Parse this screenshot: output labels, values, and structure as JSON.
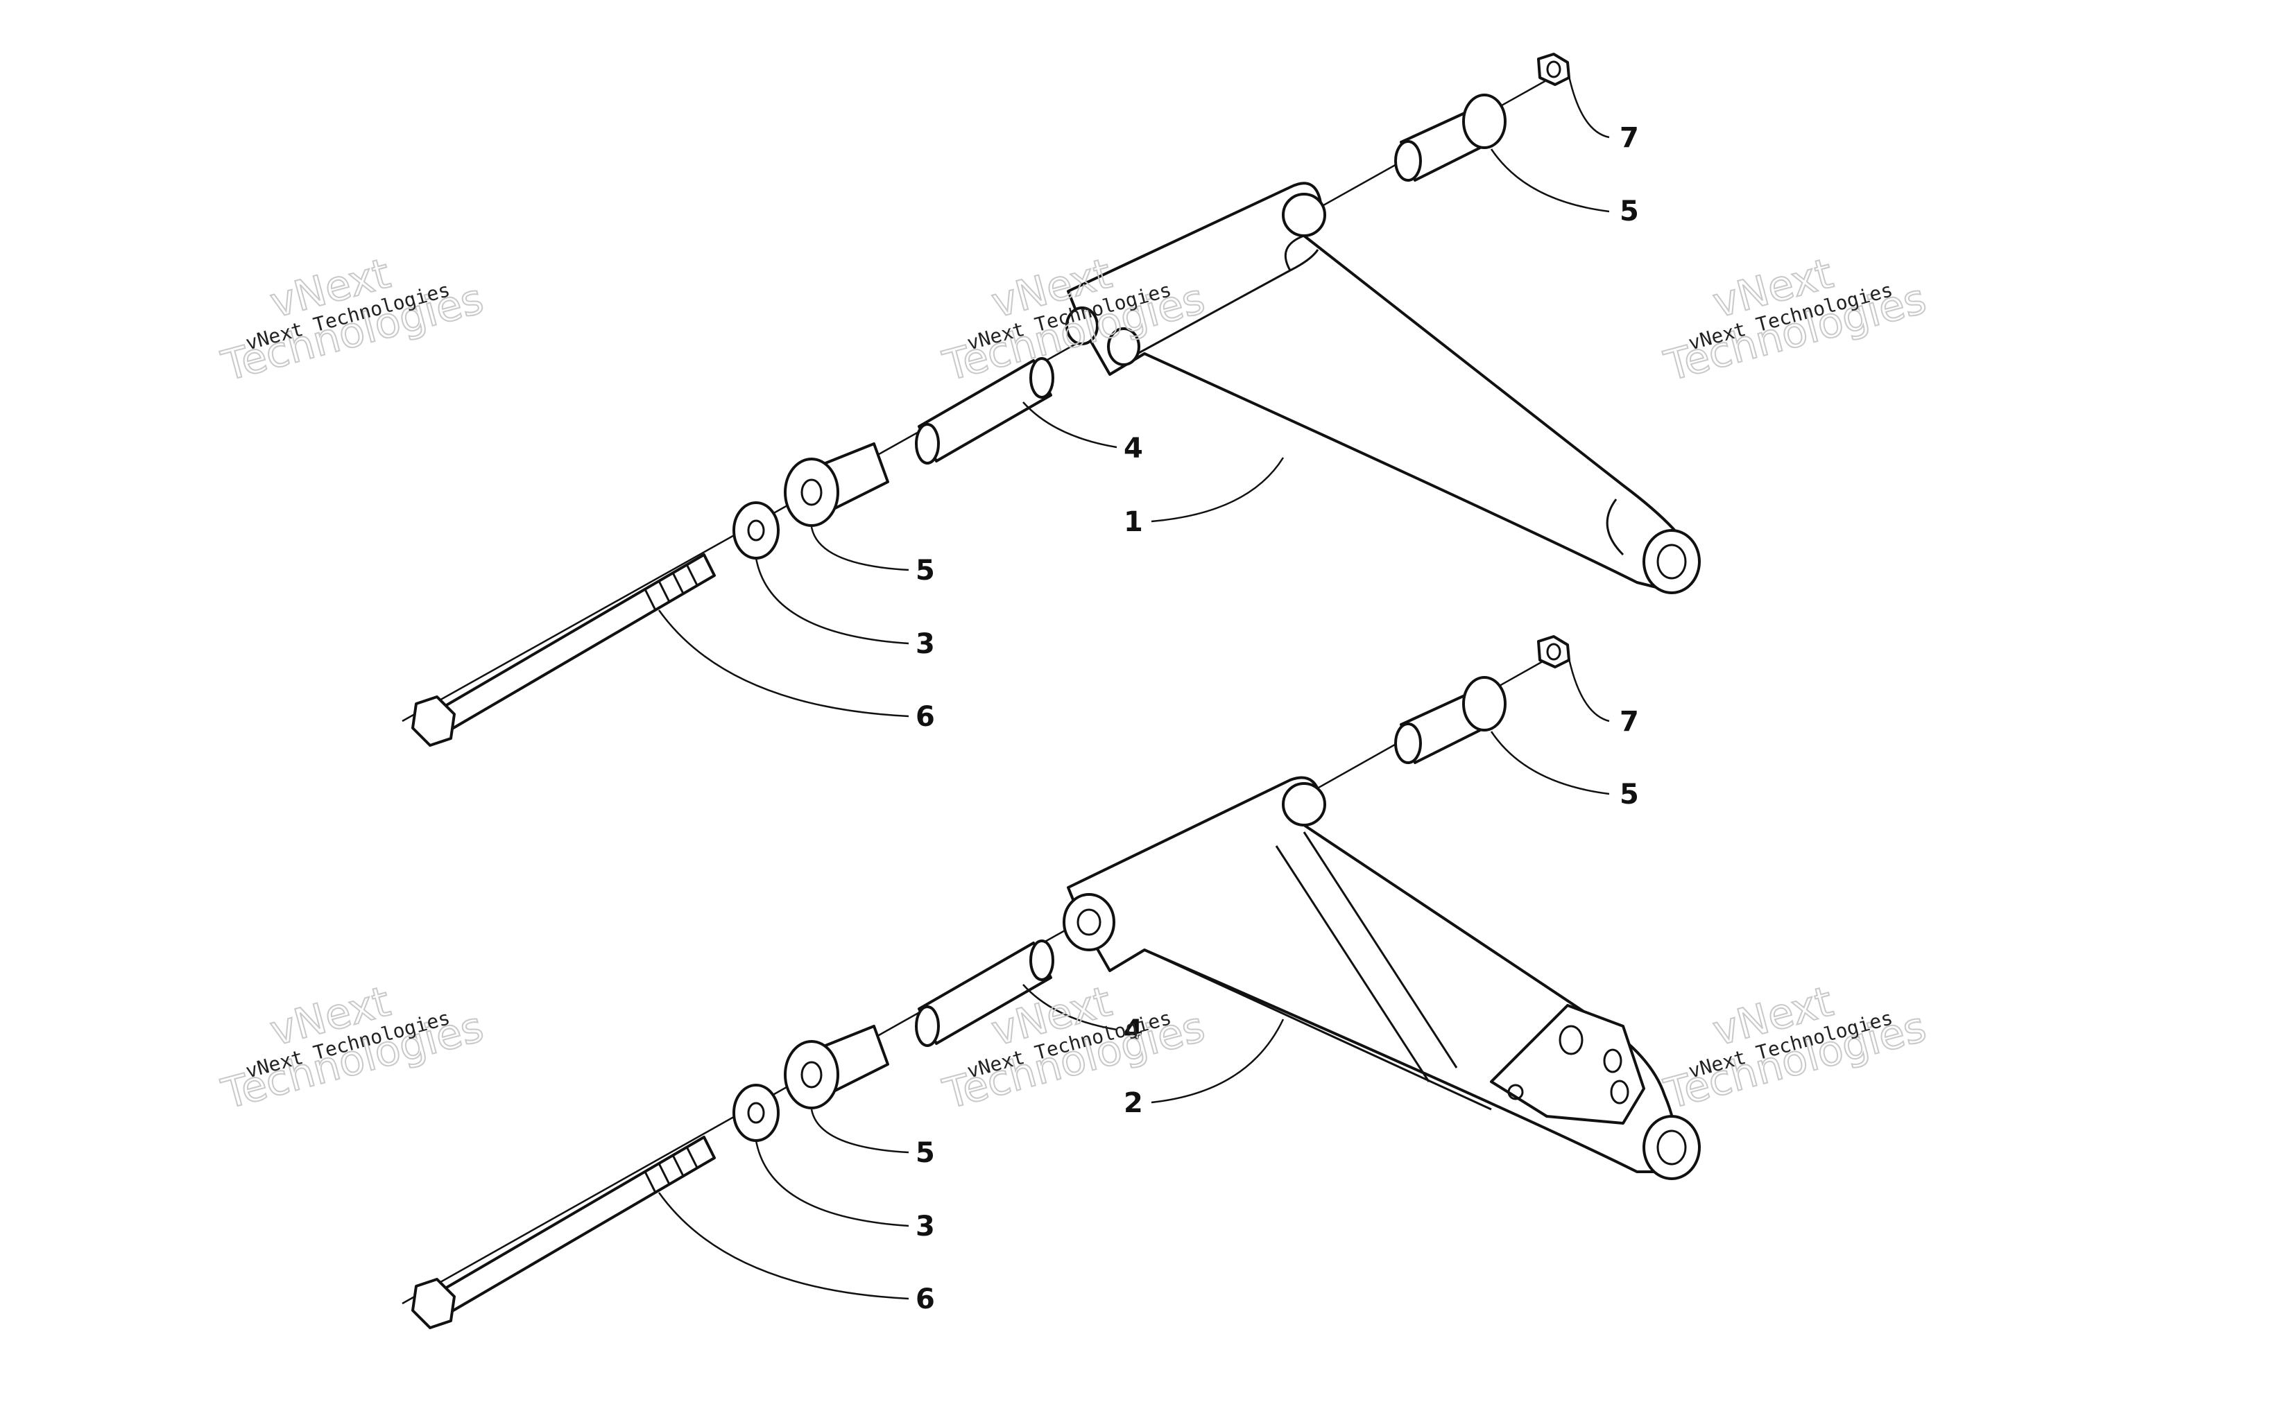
{
  "callouts": {
    "top": {
      "c7": "7",
      "c5a": "5",
      "c4": "4",
      "c1": "1",
      "c5b": "5",
      "c3": "3",
      "c6": "6"
    },
    "bottom": {
      "c7": "7",
      "c5a": "5",
      "c4": "4",
      "c2": "2",
      "c5b": "5",
      "c3": "3",
      "c6": "6"
    }
  },
  "watermark": {
    "line1": "vNext",
    "line2": "Technologies",
    "small": "vNext Technologies"
  }
}
